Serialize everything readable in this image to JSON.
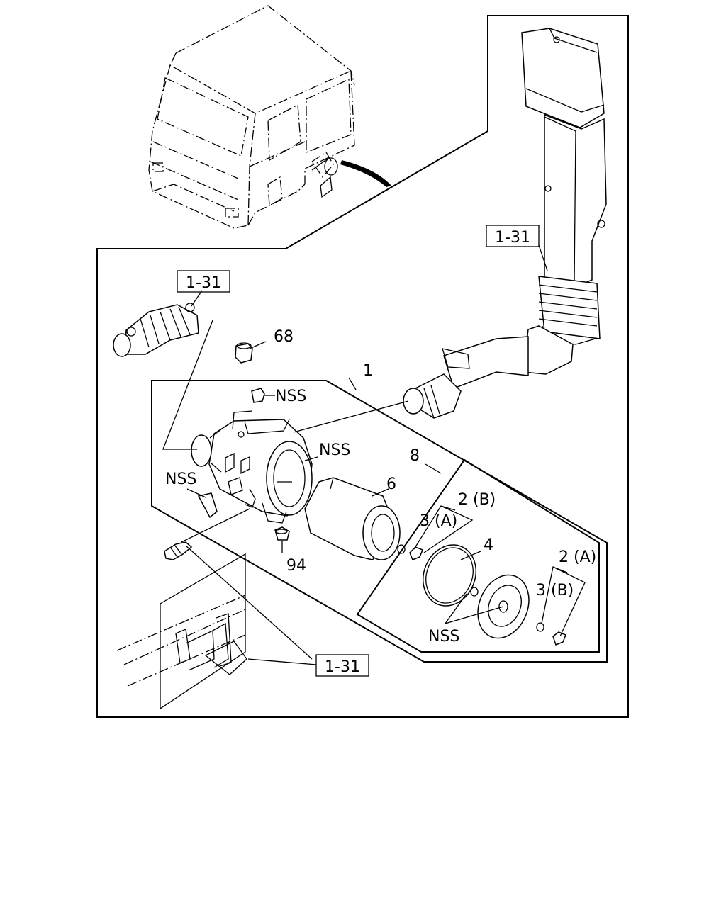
{
  "callouts": {
    "ref_top_right": "1-31",
    "ref_top_left": "1-31",
    "ref_bottom": "1-31",
    "part_68": "68",
    "part_nss_cap": "NSS",
    "part_1": "1",
    "part_nss_housing": "NSS",
    "part_8": "8",
    "part_nss_bracket": "NSS",
    "part_6": "6",
    "part_2b_top": "2 (B)",
    "part_3a": "3 (A)",
    "part_4": "4",
    "part_94": "94",
    "part_2a": "2 (A)",
    "part_3b": "3 (B)",
    "part_nss_gasket": "NSS"
  }
}
